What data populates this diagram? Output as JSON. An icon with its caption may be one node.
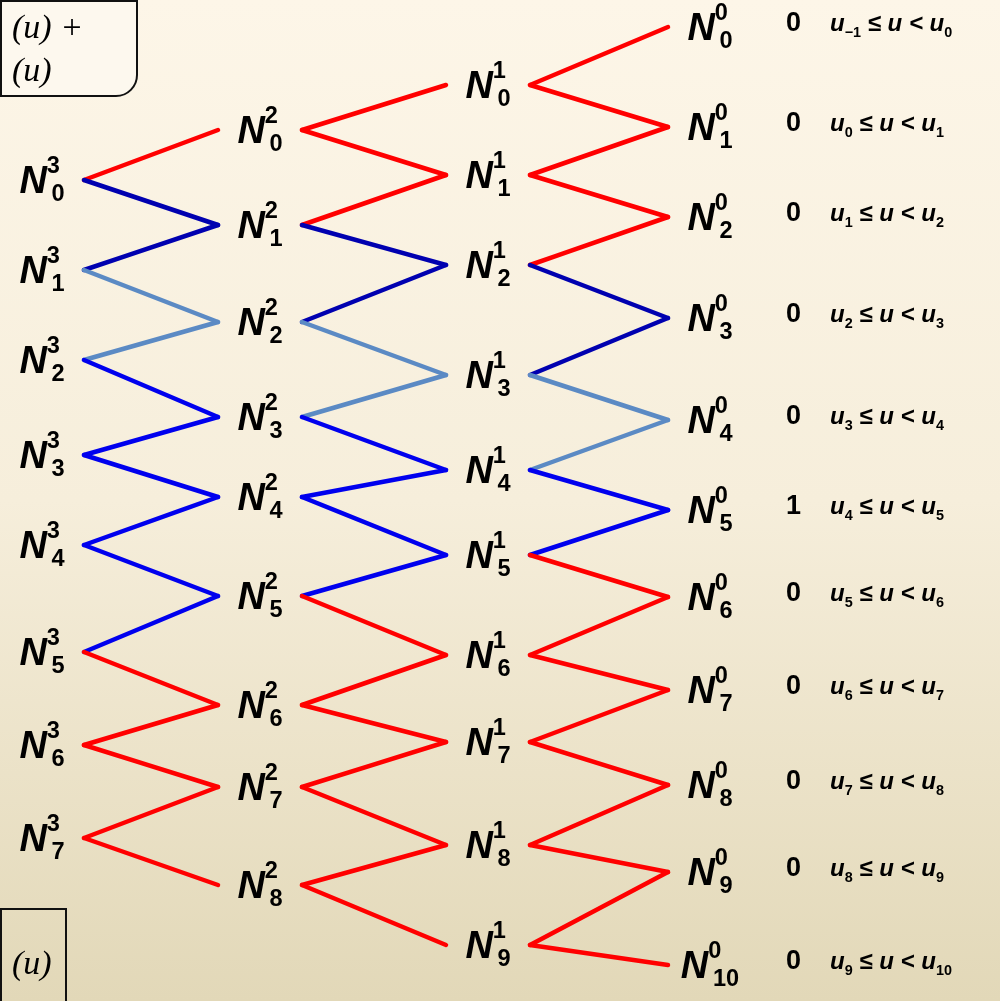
{
  "diagram": {
    "nodes": [
      {
        "text": [
          "(u) + (u)"
        ]
      },
      {
        "text": [
          "N$^{3}$$_{0}$"
        ]
      },
      {
        "text": [
          "N$^{3}$$_{1}$"
        ]
      },
      {
        "text": [
          "N$^{3}$$_{2}$"
        ]
      },
      {
        "text": [
          "N$^{3}$$_{3}$"
        ]
      },
      {
        "text": [
          "N$^{3}$$_{4}$"
        ]
      },
      {
        "text": [
          "N$^{3}$$_{5}$"
        ]
      },
      {
        "text": [
          "N$^{3}$$_{6}$"
        ]
      },
      {
        "text": [
          "N$^{3}$$_{7}$"
        ]
      },
      {
        "text": [
          "N$^{2}$$_{0}$"
        ]
      },
      {
        "text": [
          "N$^{2}$$_{1}$"
        ]
      },
      {
        "text": [
          "N$^{2}$$_{2}$"
        ]
      },
      {
        "text": [
          "N$^{2}$$_{3}$"
        ]
      },
      {
        "text": [
          "N$^{2}$$_{4}$"
        ]
      },
      {
        "text": [
          "N$^{2}$$_{5}$"
        ]
      },
      {
        "text": [
          "N$^{2}$$_{6}$"
        ]
      },
      {
        "text": [
          "N$^{2}$$_{7}$"
        ]
      },
      {
        "text": [
          "N$^{2}$$_{8}$"
        ]
      },
      {
        "text": [
          "N$^{1}$$_{0}$"
        ]
      },
      {
        "text": [
          "N$^{1}$$_{1}$"
        ]
      },
      {
        "text": [
          "N$^{1}$$_{2}$"
        ]
      },
      {
        "text": [
          "N$^{1}$$_{3}$"
        ]
      },
      {
        "text": [
          "N$^{1}$$_{4}$"
        ]
      },
      {
        "text": [
          "N$^{1}$$_{5}$"
        ]
      },
      {
        "text": [
          "N$^{1}$$_{6}$"
        ]
      },
      {
        "text": [
          "N$^{1}$$_{7}$"
        ]
      },
      {
        "text": [
          "N$^{1}$$_{8}$"
        ]
      },
      {
        "text": [
          "N$^{1}$$_{9}$"
        ]
      },
      {
        "text": [
          "N$^{0}$$_{0}$"
        ],
        "beside": [
          "0",
          "u$_{−1}$ ≤ u < u$_{0}$"
        ]
      },
      {
        "text": [
          "N$^{0}$$_{1}$"
        ],
        "beside": [
          "0",
          "u$_{0}$ ≤ u < u$_{1}$"
        ]
      },
      {
        "text": [
          "N$^{0}$$_{2}$"
        ],
        "beside": [
          "0",
          "u$_{1}$ ≤ u < u$_{2}$"
        ]
      },
      {
        "text": [
          "N$^{0}$$_{3}$"
        ],
        "beside": [
          "0",
          "u$_{2}$ ≤ u < u$_{3}$"
        ]
      },
      {
        "text": [
          "N$^{0}$$_{4}$"
        ],
        "beside": [
          "0",
          "u$_{3}$ ≤ u < u$_{4}$"
        ]
      },
      {
        "text": [
          "N$^{0}$$_{5}$"
        ],
        "beside": [
          "1",
          "u$_{4}$ ≤ u < u$_{5}$"
        ]
      },
      {
        "text": [
          "N$^{0}$$_{6}$"
        ],
        "beside": [
          "0",
          "u$_{5}$ ≤ u < u$_{6}$"
        ]
      },
      {
        "text": [
          "N$^{0}$$_{7}$"
        ],
        "beside": [
          "0",
          "u$_{6}$ ≤ u < u$_{7}$"
        ]
      },
      {
        "text": [
          "N$^{0}$$_{8}$"
        ],
        "beside": [
          "0",
          "u$_{7}$ ≤ u < u$_{8}$"
        ]
      },
      {
        "text": [
          "N$^{0}$$_{9}$"
        ],
        "beside": [
          "0",
          "u$_{8}$ ≤ u < u$_{9}$"
        ]
      },
      {
        "text": [
          "N$^{0}$$_{10}$"
        ],
        "beside": [
          "0",
          "u$_{9}$ ≤ u < u$_{10}$"
        ]
      },
      {
        "text": [
          "(u)"
        ]
      }
    ],
    "edges": [
      {
        "from": 1,
        "to": 9,
        "arrow": "none"
      },
      {
        "from": 1,
        "to": 10,
        "arrow": "none",
        "color": "#0000b0"
      },
      {
        "from": 2,
        "to": 10,
        "arrow": "none",
        "color": "#0000b0"
      },
      {
        "from": 2,
        "to": 11,
        "arrow": "none",
        "color": "#5b8ac4"
      },
      {
        "from": 3,
        "to": 11,
        "arrow": "none",
        "color": "#5b8ac4"
      },
      {
        "from": 3,
        "to": 12,
        "arrow": "none",
        "color": "#0000ee"
      },
      {
        "from": 4,
        "to": 12,
        "arrow": "none",
        "color": "#0000ee"
      },
      {
        "from": 4,
        "to": 13,
        "arrow": "none",
        "color": "#0000ee"
      },
      {
        "from": 5,
        "to": 13,
        "arrow": "none",
        "color": "#0000ee"
      },
      {
        "from": 5,
        "to": 14,
        "arrow": "none",
        "color": "#0000ee"
      },
      {
        "from": 6,
        "to": 14,
        "arrow": "none",
        "color": "#0000ee"
      },
      {
        "from": 6,
        "to": 15,
        "arrow": "none"
      },
      {
        "from": 7,
        "to": 15,
        "arrow": "none"
      },
      {
        "from": 7,
        "to": 16,
        "arrow": "none"
      },
      {
        "from": 8,
        "to": 16,
        "arrow": "none"
      },
      {
        "from": 8,
        "to": 17,
        "arrow": "none"
      },
      {
        "from": 9,
        "to": 18,
        "arrow": "none"
      },
      {
        "from": 9,
        "to": 19,
        "arrow": "none"
      },
      {
        "from": 10,
        "to": 19,
        "arrow": "none"
      },
      {
        "from": 10,
        "to": 20,
        "arrow": "none",
        "color": "#0000b0"
      },
      {
        "from": 11,
        "to": 20,
        "arrow": "none",
        "color": "#0000b0"
      },
      {
        "from": 11,
        "to": 21,
        "arrow": "none",
        "color": "#5b8ac4"
      },
      {
        "from": 12,
        "to": 21,
        "arrow": "none",
        "color": "#5b8ac4"
      },
      {
        "from": 12,
        "to": 22,
        "arrow": "none",
        "color": "#0000ee"
      },
      {
        "from": 13,
        "to": 22,
        "arrow": "none",
        "color": "#0000ee"
      },
      {
        "from": 13,
        "to": 23,
        "arrow": "none",
        "color": "#0000ee"
      },
      {
        "from": 14,
        "to": 23,
        "arrow": "none",
        "color": "#0000ee"
      },
      {
        "from": 14,
        "to": 24,
        "arrow": "none"
      },
      {
        "from": 15,
        "to": 24,
        "arrow": "none"
      },
      {
        "from": 15,
        "to": 25,
        "arrow": "none"
      },
      {
        "from": 16,
        "to": 25,
        "arrow": "none"
      },
      {
        "from": 16,
        "to": 26,
        "arrow": "none"
      },
      {
        "from": 17,
        "to": 26,
        "arrow": "none"
      },
      {
        "from": 17,
        "to": 27,
        "arrow": "none"
      },
      {
        "from": 18,
        "to": 28,
        "arrow": "none"
      },
      {
        "from": 18,
        "to": 29,
        "arrow": "none"
      },
      {
        "from": 19,
        "to": 29,
        "arrow": "none"
      },
      {
        "from": 19,
        "to": 30,
        "arrow": "none"
      },
      {
        "from": 20,
        "to": 30,
        "arrow": "none"
      },
      {
        "from": 20,
        "to": 31,
        "arrow": "none",
        "color": "#0000b0"
      },
      {
        "from": 21,
        "to": 31,
        "arrow": "none",
        "color": "#0000b0"
      },
      {
        "from": 21,
        "to": 32,
        "arrow": "none",
        "color": "#5b8ac4"
      },
      {
        "from": 22,
        "to": 32,
        "arrow": "none",
        "color": "#5b8ac4"
      },
      {
        "from": 22,
        "to": 33,
        "arrow": "none",
        "color": "#0000ee"
      },
      {
        "from": 23,
        "to": 33,
        "arrow": "none",
        "color": "#0000ee"
      },
      {
        "from": 23,
        "to": 34,
        "arrow": "none"
      },
      {
        "from": 24,
        "to": 34,
        "arrow": "none"
      },
      {
        "from": 24,
        "to": 35,
        "arrow": "none"
      },
      {
        "from": 25,
        "to": 35,
        "arrow": "none"
      },
      {
        "from": 25,
        "to": 36,
        "arrow": "none"
      },
      {
        "from": 26,
        "to": 36,
        "arrow": "none"
      },
      {
        "from": 26,
        "to": 37,
        "arrow": "none"
      },
      {
        "from": 27,
        "to": 37,
        "arrow": "none"
      },
      {
        "from": 27,
        "to": 38,
        "arrow": "none"
      }
    ]
  }
}
